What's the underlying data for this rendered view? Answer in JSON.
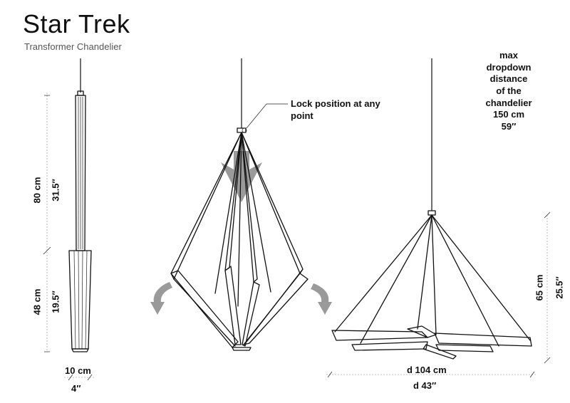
{
  "header": {
    "title": "Star Trek",
    "subtitle": "Transformer Chandelier"
  },
  "dimensions": {
    "upper_height_cm": "80 cm",
    "upper_height_in": "31.5″",
    "lower_height_cm": "48 cm",
    "lower_height_in": "19.5″",
    "width_cm": "10 cm",
    "width_in": "4″",
    "open_height_cm": "65 cm",
    "open_height_in": "25.5″",
    "diameter_cm": "d 104 cm",
    "diameter_in": "d 43″"
  },
  "annotations": {
    "lock_position": "Lock position at any point",
    "max_dropdown_lines": [
      "max",
      "dropdown",
      "distance",
      "of the",
      "chandelier",
      "150 cm",
      "59″"
    ]
  },
  "colors": {
    "line": "#111111",
    "arrow": "#9a9a9a",
    "dimension_line": "#888888"
  }
}
